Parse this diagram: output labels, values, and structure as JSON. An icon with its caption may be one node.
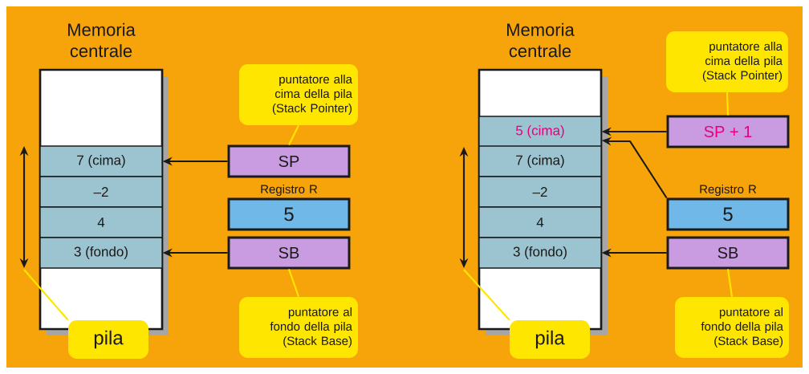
{
  "diagram": {
    "nodes": [
      {
        "text": [
          "Memoria centrale"
        ]
      },
      {
        "text": [
          "7 (cima)"
        ],
        "in": 0
      },
      {
        "text": [
          "–2"
        ],
        "in": 0
      },
      {
        "text": [
          "4"
        ],
        "in": 0
      },
      {
        "text": [
          "3 (fondo)"
        ],
        "in": 0
      },
      {
        "text": [
          "puntatore alla cima della pila (Stack Pointer)"
        ]
      },
      {
        "text": [
          "SP"
        ]
      },
      {
        "text": [
          "Registro R",
          "5"
        ]
      },
      {
        "text": [
          "SB"
        ]
      },
      {
        "text": [
          "puntatore al fondo della pila (Stack Base)"
        ]
      },
      {
        "text": [
          "pila"
        ]
      },
      {
        "text": [
          "Memoria centrale"
        ]
      },
      {
        "text": [
          "5 (cima)"
        ],
        "in": 11
      },
      {
        "text": [
          "7 (cima)"
        ],
        "in": 11
      },
      {
        "text": [
          "–2"
        ],
        "in": 11
      },
      {
        "text": [
          "4"
        ],
        "in": 11
      },
      {
        "text": [
          "3 (fondo)"
        ],
        "in": 11
      },
      {
        "text": [
          "puntatore alla cima della pila (Stack Pointer)"
        ]
      },
      {
        "text": [
          "SP + 1"
        ]
      },
      {
        "text": [
          "Registro R",
          "5"
        ]
      },
      {
        "text": [
          "SB"
        ]
      },
      {
        "text": [
          "puntatore al fondo della pila (Stack Base)"
        ]
      },
      {
        "text": [
          "pila"
        ]
      }
    ],
    "edges": [
      {
        "from": 6,
        "to": 1,
        "arrow": "to",
        "color": "#1a1a1a"
      },
      {
        "from": 8,
        "to": 4,
        "arrow": "to",
        "color": "#1a1a1a"
      },
      {
        "from": 5,
        "to": 6,
        "arrow": "none",
        "color": "#ffe600"
      },
      {
        "from": 9,
        "to": 8,
        "arrow": "none",
        "color": "#ffe600"
      },
      {
        "from": 10,
        "to": null,
        "arrow": "none",
        "color": "#ffe600"
      },
      {
        "from": 18,
        "to": 12,
        "arrow": "to",
        "color": "#1a1a1a"
      },
      {
        "from": 19,
        "to": 12,
        "arrow": "to",
        "color": "#1a1a1a"
      },
      {
        "from": 20,
        "to": 16,
        "arrow": "to",
        "color": "#1a1a1a"
      },
      {
        "from": 17,
        "to": 18,
        "arrow": "none",
        "color": "#ffe600"
      },
      {
        "from": 21,
        "to": 20,
        "arrow": "none",
        "color": "#ffe600"
      },
      {
        "from": 22,
        "to": null,
        "arrow": "none",
        "color": "#ffe600"
      }
    ]
  }
}
